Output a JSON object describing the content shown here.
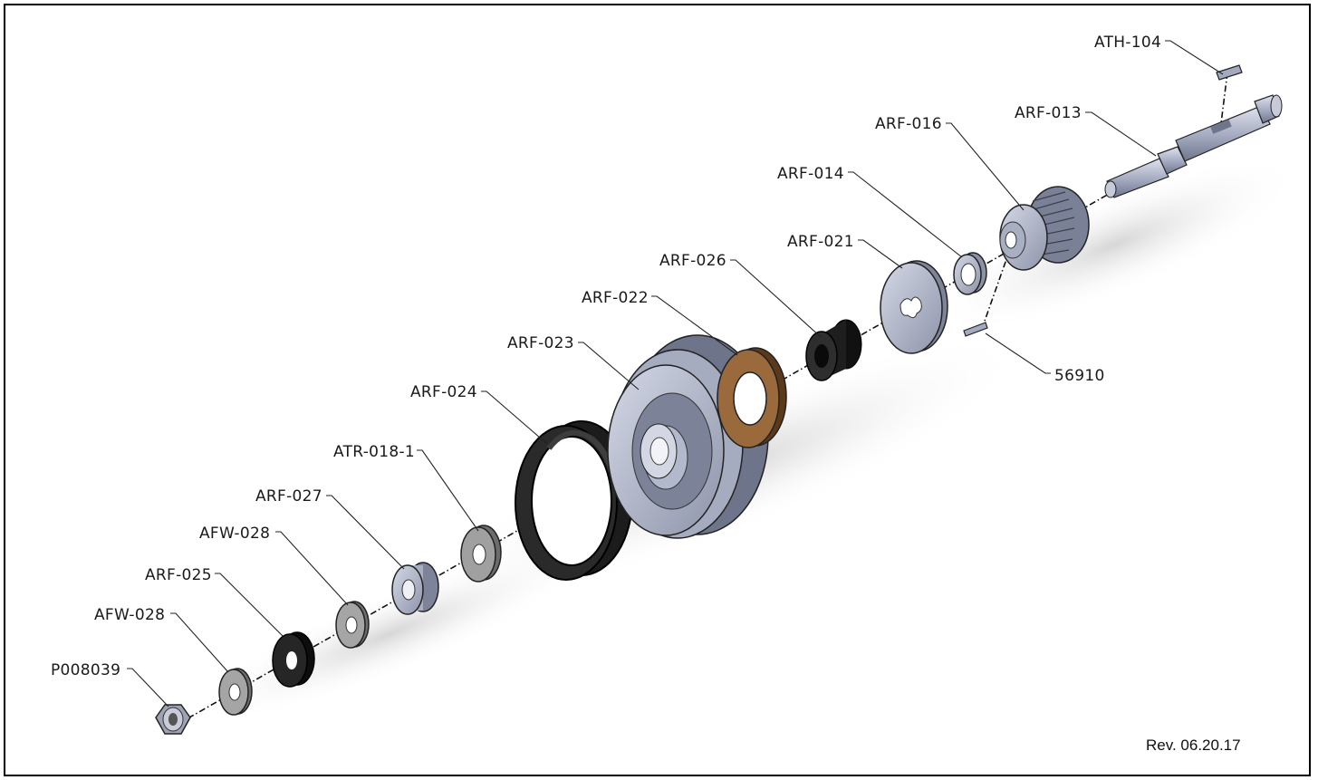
{
  "diagram": {
    "parts": [
      {
        "id": "ATH-104"
      },
      {
        "id": "ARF-013"
      },
      {
        "id": "ARF-016"
      },
      {
        "id": "ARF-014"
      },
      {
        "id": "ARF-021"
      },
      {
        "id": "ARF-026"
      },
      {
        "id": "ARF-022"
      },
      {
        "id": "ARF-023"
      },
      {
        "id": "ARF-024"
      },
      {
        "id": "ATR-018-1"
      },
      {
        "id": "ARF-027"
      },
      {
        "id": "AFW-028"
      },
      {
        "id": "ARF-025"
      },
      {
        "id": "AFW-028"
      },
      {
        "id": "P008039"
      },
      {
        "id": "56910"
      }
    ],
    "revision": "Rev. 06.20.17",
    "colors": {
      "steel": "#a9b0c4",
      "dark_rubber": "#1c1c1c",
      "bronze": "#9a6a3c",
      "gray_washer": "#8a8a8a"
    }
  }
}
